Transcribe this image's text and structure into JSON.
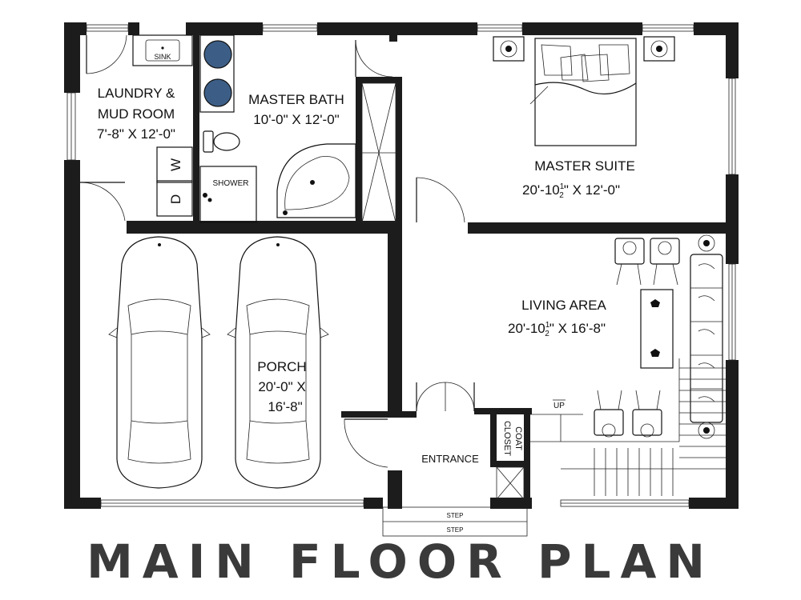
{
  "title": "MAIN FLOOR PLAN",
  "rooms": {
    "laundry": {
      "line1": "LAUNDRY &",
      "line2": "MUD ROOM",
      "dims": "7'-8\" X 12'-0\""
    },
    "master_bath": {
      "name": "MASTER BATH",
      "dims": "10'-0\" X 12'-0\""
    },
    "master_suite": {
      "name": "MASTER SUITE",
      "dims_a": "20'-10",
      "dims_b": "\" X 12'-0\""
    },
    "living": {
      "name": "LIVING AREA",
      "dims_a": "20'-10",
      "dims_b": "\" X 16'-8\""
    },
    "porch": {
      "name": "PORCH",
      "line2": "20'-0\" X",
      "line3": "16'-8\""
    },
    "entrance": {
      "name": "ENTRANCE"
    },
    "coat_closet": {
      "line1": "COAT",
      "line2": "CLOSET"
    }
  },
  "fixtures": {
    "sink": "SINK",
    "shower": "SHOWER",
    "washer": "W",
    "dryer": "D",
    "up": "UP",
    "step1": "STEP",
    "step2": "STEP",
    "frac_num": "1",
    "frac_den": "2"
  },
  "colors": {
    "wall": "#1c1c1c",
    "title": "#3a3a3a",
    "background": "#ffffff"
  }
}
